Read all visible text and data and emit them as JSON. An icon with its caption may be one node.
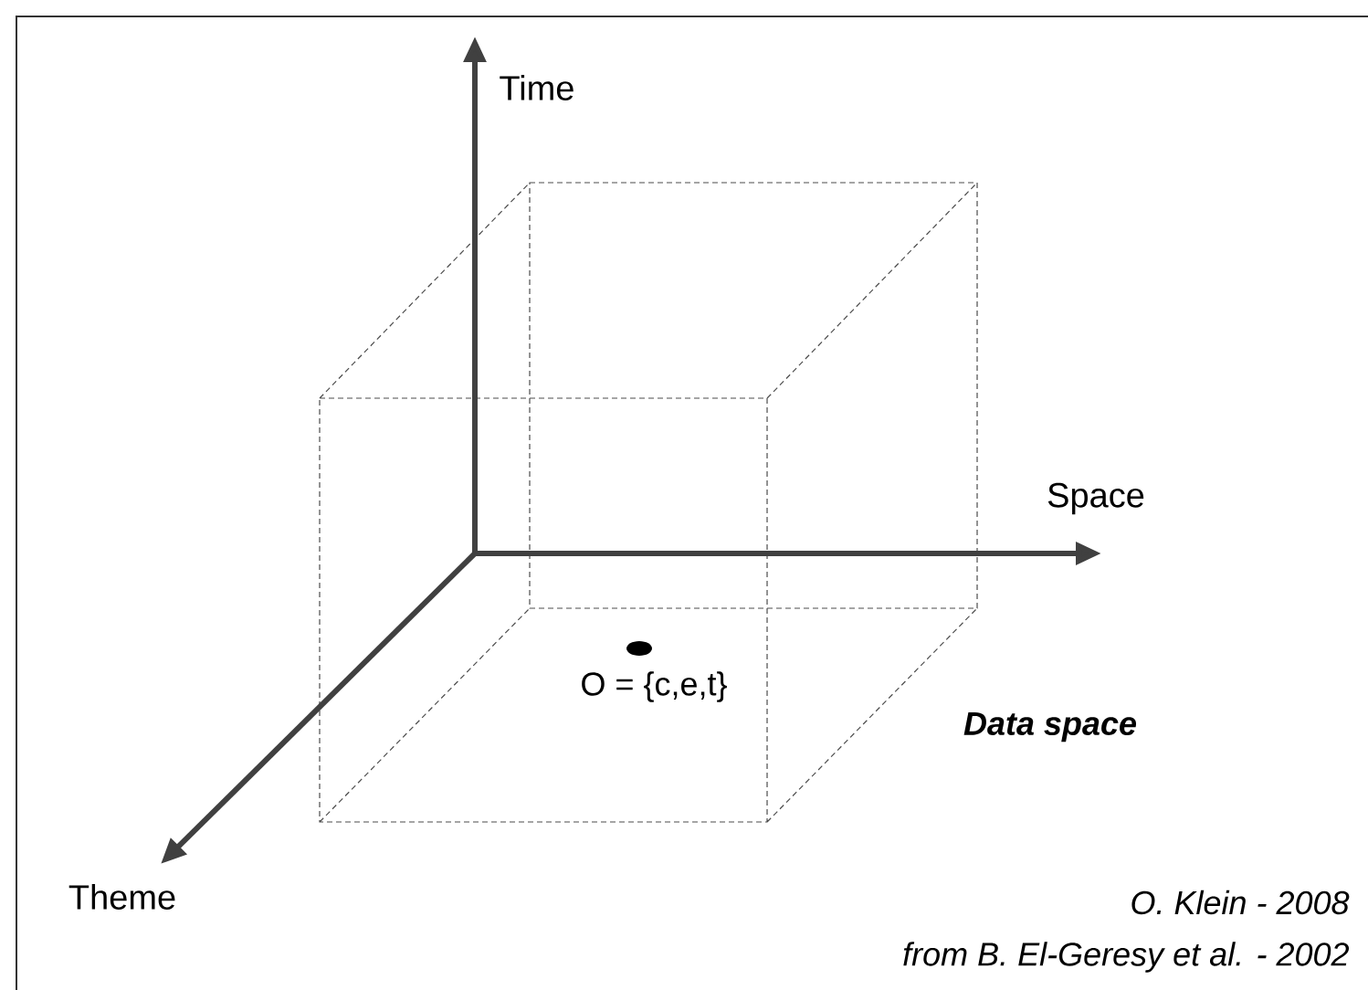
{
  "diagram": {
    "labels": [
      "Time",
      "Space",
      "O = {c,e,t}",
      "Data space",
      "Theme",
      "O. Klein - 2008",
      "from B. El-Geresy et al. - 2002"
    ]
  }
}
